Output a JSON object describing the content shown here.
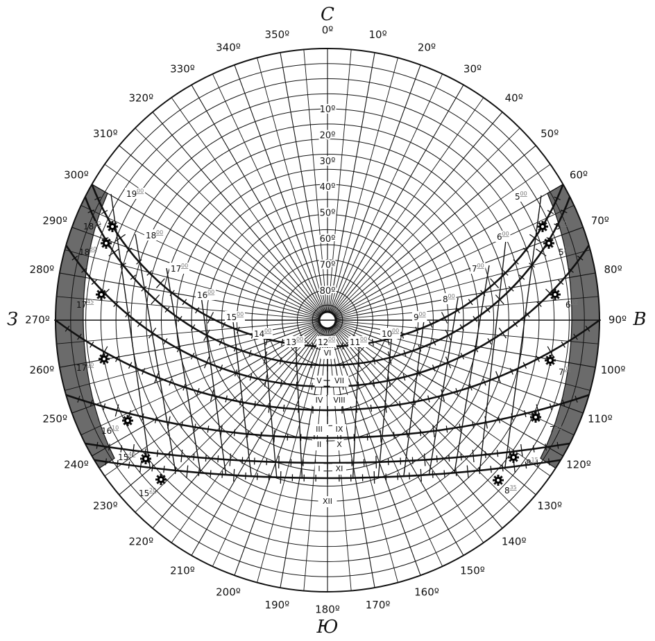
{
  "colors": {
    "line": "#111111",
    "shade": "#6b6b6b",
    "background": "#ffffff"
  },
  "cardinals": [
    {
      "label": "С",
      "azimuth": 0
    },
    {
      "label": "В",
      "azimuth": 90
    },
    {
      "label": "Ю",
      "azimuth": 180
    },
    {
      "label": "З",
      "azimuth": 270
    }
  ],
  "azimuth_labels": [
    {
      "label": "0º",
      "azimuth": 0
    },
    {
      "label": "10º",
      "azimuth": 10
    },
    {
      "label": "20º",
      "azimuth": 20
    },
    {
      "label": "30º",
      "azimuth": 30
    },
    {
      "label": "40º",
      "azimuth": 40
    },
    {
      "label": "50º",
      "azimuth": 50
    },
    {
      "label": "60º",
      "azimuth": 60
    },
    {
      "label": "70º",
      "azimuth": 70
    },
    {
      "label": "80º",
      "azimuth": 80
    },
    {
      "label": "90º",
      "azimuth": 90
    },
    {
      "label": "100º",
      "azimuth": 100
    },
    {
      "label": "110º",
      "azimuth": 110
    },
    {
      "label": "120º",
      "azimuth": 120
    },
    {
      "label": "130º",
      "azimuth": 130
    },
    {
      "label": "140º",
      "azimuth": 140
    },
    {
      "label": "150º",
      "azimuth": 150
    },
    {
      "label": "160º",
      "azimuth": 160
    },
    {
      "label": "170º",
      "azimuth": 170
    },
    {
      "label": "180º",
      "azimuth": 180
    },
    {
      "label": "190º",
      "azimuth": 190
    },
    {
      "label": "200º",
      "azimuth": 200
    },
    {
      "label": "210º",
      "azimuth": 210
    },
    {
      "label": "220º",
      "azimuth": 220
    },
    {
      "label": "230º",
      "azimuth": 230
    },
    {
      "label": "240º",
      "azimuth": 240
    },
    {
      "label": "250º",
      "azimuth": 250
    },
    {
      "label": "260º",
      "azimuth": 260
    },
    {
      "label": "270º",
      "azimuth": 270
    },
    {
      "label": "280º",
      "azimuth": 280
    },
    {
      "label": "290º",
      "azimuth": 290
    },
    {
      "label": "300º",
      "azimuth": 300
    },
    {
      "label": "310º",
      "azimuth": 310
    },
    {
      "label": "320º",
      "azimuth": 320
    },
    {
      "label": "330º",
      "azimuth": 330
    },
    {
      "label": "340º",
      "azimuth": 340
    },
    {
      "label": "350º",
      "azimuth": 350
    }
  ],
  "altitude_labels": [
    {
      "label": "10º",
      "altitude": 10
    },
    {
      "label": "20º",
      "altitude": 20
    },
    {
      "label": "30º",
      "altitude": 30
    },
    {
      "label": "40º",
      "altitude": 40
    },
    {
      "label": "50º",
      "altitude": 50
    },
    {
      "label": "60º",
      "altitude": 60
    },
    {
      "label": "70º",
      "altitude": 70
    },
    {
      "label": "80º",
      "altitude": 80
    }
  ],
  "hour_labels": [
    {
      "main": "5",
      "sup": "00",
      "hour": 5
    },
    {
      "main": "6",
      "sup": "00",
      "hour": 6
    },
    {
      "main": "7",
      "sup": "00",
      "hour": 7
    },
    {
      "main": "8",
      "sup": "00",
      "hour": 8
    },
    {
      "main": "9",
      "sup": "00",
      "hour": 9
    },
    {
      "main": "10",
      "sup": "00",
      "hour": 10
    },
    {
      "main": "11",
      "sup": "00",
      "hour": 11
    },
    {
      "main": "12",
      "sup": "00",
      "hour": 12
    },
    {
      "main": "13",
      "sup": "00",
      "hour": 13
    },
    {
      "main": "14",
      "sup": "00",
      "hour": 14
    },
    {
      "main": "15",
      "sup": "00",
      "hour": 15
    },
    {
      "main": "16",
      "sup": "00",
      "hour": 16
    },
    {
      "main": "17",
      "sup": "00",
      "hour": 17
    },
    {
      "main": "18",
      "sup": "00",
      "hour": 18
    },
    {
      "main": "19",
      "sup": "00",
      "hour": 19
    }
  ],
  "month_labels": [
    {
      "label": "VI",
      "side": "center",
      "row": 0
    },
    {
      "label": "V",
      "side": "left",
      "row": 1
    },
    {
      "label": "VII",
      "side": "right",
      "row": 1
    },
    {
      "label": "IV",
      "side": "left",
      "row": 2
    },
    {
      "label": "VIII",
      "side": "right",
      "row": 2
    },
    {
      "label": "III",
      "side": "left",
      "row": 3
    },
    {
      "label": "IX",
      "side": "right",
      "row": 3
    },
    {
      "label": "II",
      "side": "left",
      "row": 4
    },
    {
      "label": "X",
      "side": "right",
      "row": 4
    },
    {
      "label": "I",
      "side": "left",
      "row": 5
    },
    {
      "label": "XI",
      "side": "right",
      "row": 5
    },
    {
      "label": "XII",
      "side": "center",
      "row": 6
    }
  ],
  "sunrise_sunset": [
    {
      "main": "5",
      "sup": "00",
      "side": "east",
      "arc": 0
    },
    {
      "main": "5",
      "sup": "10",
      "side": "east",
      "arc": 1
    },
    {
      "main": "6",
      "sup": "10",
      "side": "east",
      "arc": 2
    },
    {
      "main": "7",
      "sup": "00",
      "side": "east",
      "arc": 3
    },
    {
      "main": "7",
      "sup": "40",
      "side": "east",
      "arc": 4
    },
    {
      "main": "8",
      "sup": "15",
      "side": "east",
      "arc": 5
    },
    {
      "main": "8",
      "sup": "35",
      "side": "east",
      "arc": 6
    },
    {
      "main": "18",
      "sup": "50",
      "side": "west",
      "arc": 0
    },
    {
      "main": "18",
      "sup": "30",
      "side": "west",
      "arc": 1
    },
    {
      "main": "17",
      "sup": "45",
      "side": "west",
      "arc": 2
    },
    {
      "main": "17",
      "sup": "00",
      "side": "west",
      "arc": 3
    },
    {
      "main": "16",
      "sup": "10",
      "side": "west",
      "arc": 4
    },
    {
      "main": "15",
      "sup": "40",
      "side": "west",
      "arc": 5
    },
    {
      "main": "15",
      "sup": "20",
      "side": "west",
      "arc": 6
    }
  ]
}
